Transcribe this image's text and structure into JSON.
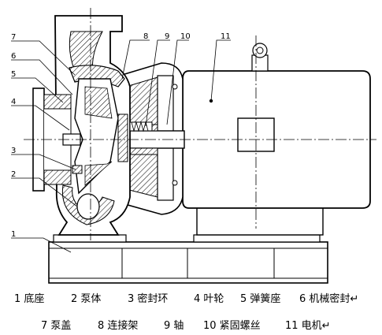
{
  "part_numbers": [
    "1",
    "2",
    "3",
    "4",
    "5",
    "6",
    "7",
    "8",
    "9",
    "10",
    "11"
  ],
  "legend": {
    "row1": [
      "1 底座",
      "2 泵体",
      "3 密封环",
      "4 叶轮",
      "5 弹簧座",
      "6 机械密封↵"
    ],
    "row2": [
      "7 泵盖",
      "8 连接架",
      "9 轴",
      "10 紧固螺丝",
      "11 电机↵"
    ]
  }
}
